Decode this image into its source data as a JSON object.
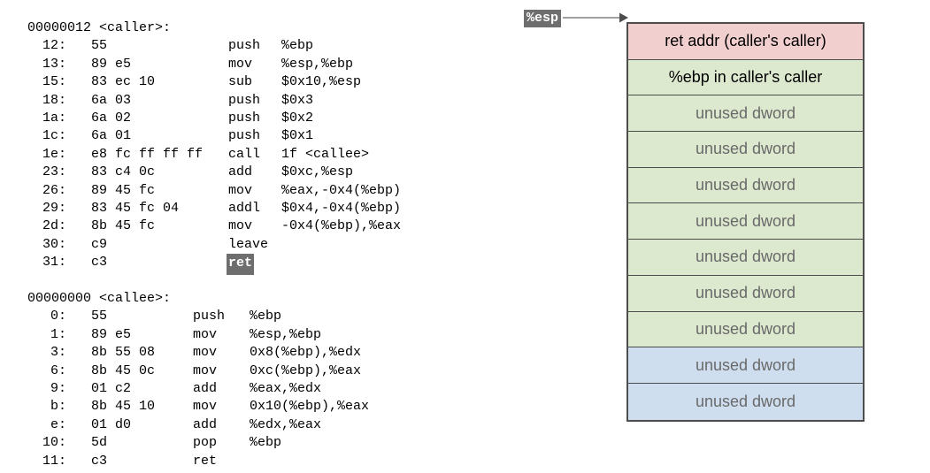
{
  "colors": {
    "cell_ret_addr": "#f2cfcf",
    "cell_saved_ebp": "#dde9cf",
    "cell_unused_green": "#dde9cf",
    "cell_unused_blue": "#cfdeef",
    "border": "#4d4d4d",
    "highlight_bg": "#6e6e6e",
    "highlight_fg": "#ffffff",
    "unused_text": "#696969",
    "arrow": "#808080",
    "text": "#000000",
    "background": "#ffffff"
  },
  "disassembly": {
    "sections": [
      {
        "header": "00000012 <caller>:",
        "name": "caller",
        "lines": [
          {
            "addr": "12:",
            "bytes": "55",
            "mnemonic": "push",
            "operands": "%ebp",
            "highlight": false
          },
          {
            "addr": "13:",
            "bytes": "89 e5",
            "mnemonic": "mov",
            "operands": "%esp,%ebp",
            "highlight": false
          },
          {
            "addr": "15:",
            "bytes": "83 ec 10",
            "mnemonic": "sub",
            "operands": "$0x10,%esp",
            "highlight": false
          },
          {
            "addr": "18:",
            "bytes": "6a 03",
            "mnemonic": "push",
            "operands": "$0x3",
            "highlight": false
          },
          {
            "addr": "1a:",
            "bytes": "6a 02",
            "mnemonic": "push",
            "operands": "$0x2",
            "highlight": false
          },
          {
            "addr": "1c:",
            "bytes": "6a 01",
            "mnemonic": "push",
            "operands": "$0x1",
            "highlight": false
          },
          {
            "addr": "1e:",
            "bytes": "e8 fc ff ff ff",
            "mnemonic": "call",
            "operands": "1f <callee>",
            "highlight": false
          },
          {
            "addr": "23:",
            "bytes": "83 c4 0c",
            "mnemonic": "add",
            "operands": "$0xc,%esp",
            "highlight": false
          },
          {
            "addr": "26:",
            "bytes": "89 45 fc",
            "mnemonic": "mov",
            "operands": "%eax,-0x4(%ebp)",
            "highlight": false
          },
          {
            "addr": "29:",
            "bytes": "83 45 fc 04",
            "mnemonic": "addl",
            "operands": "$0x4,-0x4(%ebp)",
            "highlight": false
          },
          {
            "addr": "2d:",
            "bytes": "8b 45 fc",
            "mnemonic": "mov",
            "operands": "-0x4(%ebp),%eax",
            "highlight": false
          },
          {
            "addr": "30:",
            "bytes": "c9",
            "mnemonic": "leave",
            "operands": "",
            "highlight": false
          },
          {
            "addr": "31:",
            "bytes": "c3",
            "mnemonic": "ret",
            "operands": "",
            "highlight": true
          }
        ]
      },
      {
        "header": "00000000 <callee>:",
        "name": "callee",
        "lines": [
          {
            "addr": "0:",
            "bytes": "55",
            "mnemonic": "push",
            "operands": "%ebp",
            "highlight": false
          },
          {
            "addr": "1:",
            "bytes": "89 e5",
            "mnemonic": "mov",
            "operands": "%esp,%ebp",
            "highlight": false
          },
          {
            "addr": "3:",
            "bytes": "8b 55 08",
            "mnemonic": "mov",
            "operands": "0x8(%ebp),%edx",
            "highlight": false
          },
          {
            "addr": "6:",
            "bytes": "8b 45 0c",
            "mnemonic": "mov",
            "operands": "0xc(%ebp),%eax",
            "highlight": false
          },
          {
            "addr": "9:",
            "bytes": "01 c2",
            "mnemonic": "add",
            "operands": "%eax,%edx",
            "highlight": false
          },
          {
            "addr": "b:",
            "bytes": "8b 45 10",
            "mnemonic": "mov",
            "operands": "0x10(%ebp),%eax",
            "highlight": false
          },
          {
            "addr": "e:",
            "bytes": "01 d0",
            "mnemonic": "add",
            "operands": "%edx,%eax",
            "highlight": false
          },
          {
            "addr": "10:",
            "bytes": "5d",
            "mnemonic": "pop",
            "operands": "%ebp",
            "highlight": false
          },
          {
            "addr": "11:",
            "bytes": "c3",
            "mnemonic": "ret",
            "operands": "",
            "highlight": false
          }
        ]
      }
    ]
  },
  "stack": {
    "pointer_label": "%esp",
    "pointer_icon": "arrow-right-icon",
    "cells": [
      {
        "label": "ret addr (caller's caller)",
        "fill": "#f2cfcf",
        "muted": false
      },
      {
        "label": "%ebp in caller's caller",
        "fill": "#dde9cf",
        "muted": false
      },
      {
        "label": "unused dword",
        "fill": "#dde9cf",
        "muted": true
      },
      {
        "label": "unused dword",
        "fill": "#dde9cf",
        "muted": true
      },
      {
        "label": "unused dword",
        "fill": "#dde9cf",
        "muted": true
      },
      {
        "label": "unused dword",
        "fill": "#dde9cf",
        "muted": true
      },
      {
        "label": "unused dword",
        "fill": "#dde9cf",
        "muted": true
      },
      {
        "label": "unused dword",
        "fill": "#dde9cf",
        "muted": true
      },
      {
        "label": "unused dword",
        "fill": "#dde9cf",
        "muted": true
      },
      {
        "label": "unused dword",
        "fill": "#cfdeef",
        "muted": true
      },
      {
        "label": "unused dword",
        "fill": "#cfdeef",
        "muted": true
      }
    ]
  }
}
